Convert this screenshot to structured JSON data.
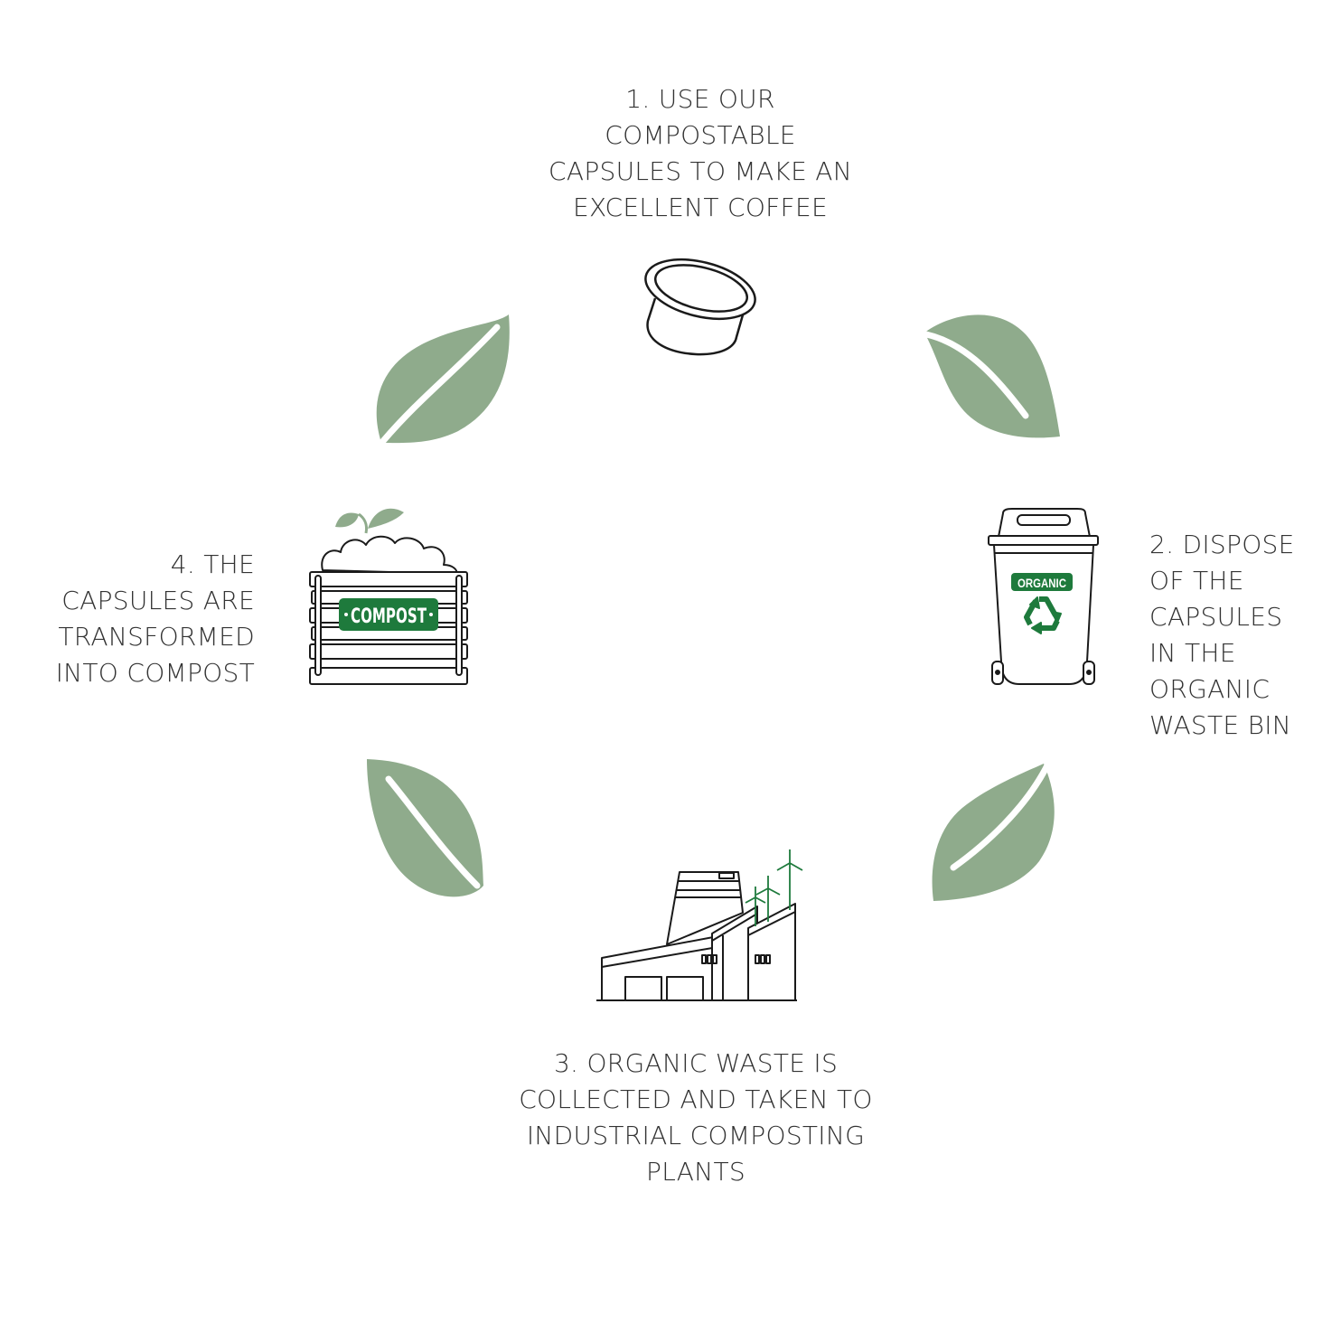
{
  "steps": [
    {
      "lines": [
        "1. USE OUR",
        "COMPOSTABLE",
        "CAPSULES TO MAKE AN",
        "EXCELLENT COFFEE"
      ],
      "icon": "capsule-icon"
    },
    {
      "lines": [
        "2. DISPOSE",
        "OF THE",
        "CAPSULES",
        "IN THE",
        "ORGANIC",
        "WASTE BIN"
      ],
      "icon": "organic-bin-icon"
    },
    {
      "lines": [
        "3. ORGANIC WASTE IS",
        "COLLECTED AND TAKEN TO",
        "INDUSTRIAL COMPOSTING",
        "PLANTS"
      ],
      "icon": "composting-plant-icon"
    },
    {
      "lines": [
        "4. THE",
        "CAPSULES ARE",
        "TRANSFORMED",
        "INTO COMPOST"
      ],
      "icon": "compost-crate-icon"
    }
  ],
  "bin_label": "ORGANIC",
  "compost_label": "COMPOST",
  "colors": {
    "leaf": "#8fab8c",
    "brand_green": "#1e7a3c",
    "text": "#333333",
    "line": "#1a1a1a"
  }
}
